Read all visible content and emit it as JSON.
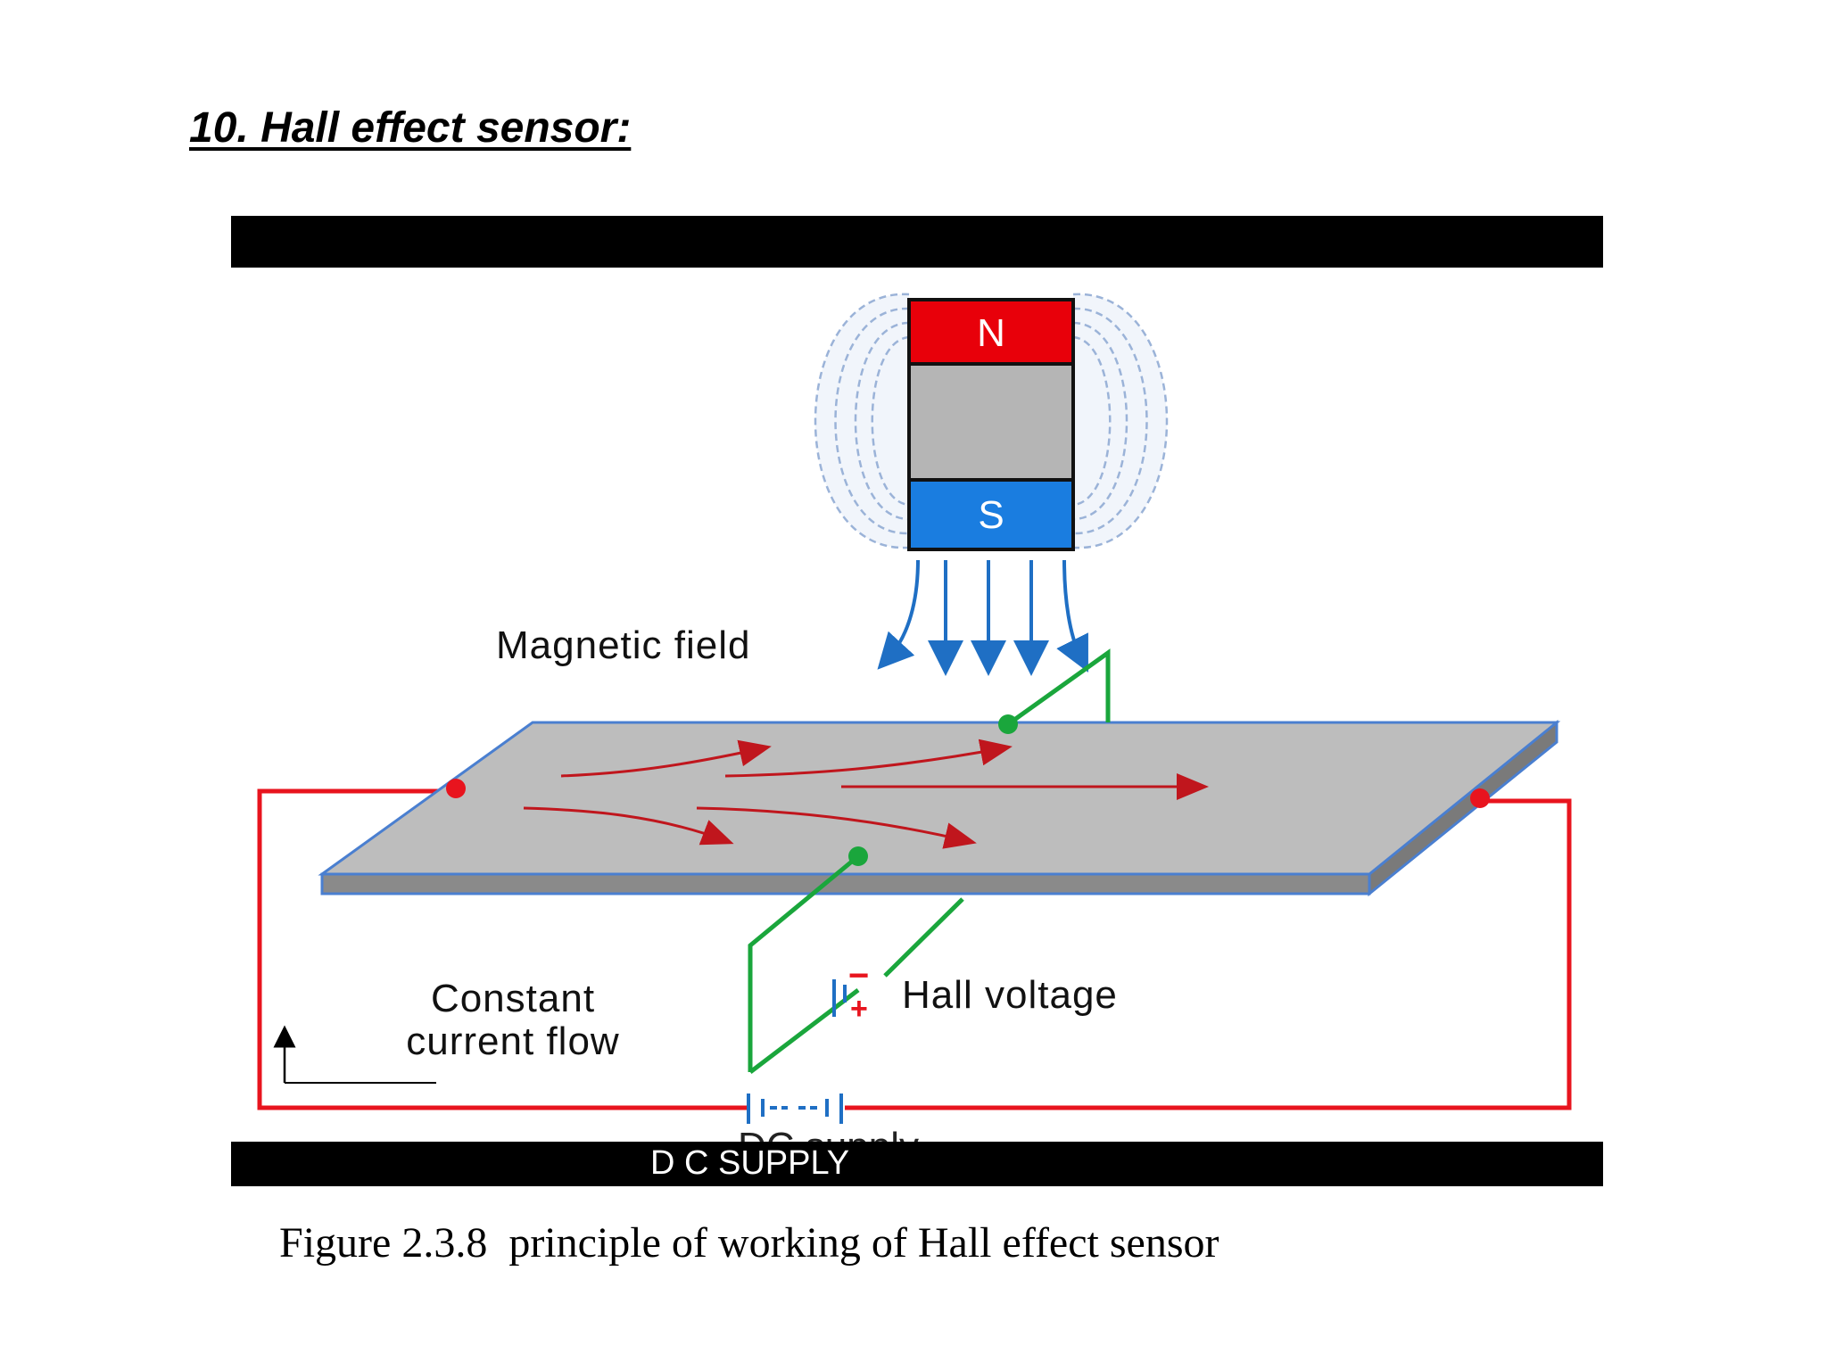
{
  "heading": "10. Hall effect sensor:",
  "figure": {
    "magnet_north_label": "N",
    "magnet_south_label": "S",
    "magnetic_field_label": "Magnetic field",
    "constant_current_line1": "Constant",
    "constant_current_line2": "current flow",
    "hall_voltage_label": "Hall voltage",
    "hall_minus": "−",
    "hall_plus": "+",
    "dc_supply_partial": "DC supply",
    "subtitle_overlay": "D C SUPPLY",
    "colors": {
      "north": "#e8000a",
      "south": "#1a7de0",
      "magnet_body": "#b5b5b5",
      "plate_top": "#bdbdbd",
      "plate_edge": "#8a8a8a",
      "current_wire": "#e8141e",
      "hall_wire": "#1aa63c",
      "field_arrows": "#1f6fc4",
      "current_arrows": "#c0161d",
      "letterbox": "#000000"
    }
  },
  "caption": "Figure 2.3.8  principle of working of Hall effect sensor"
}
